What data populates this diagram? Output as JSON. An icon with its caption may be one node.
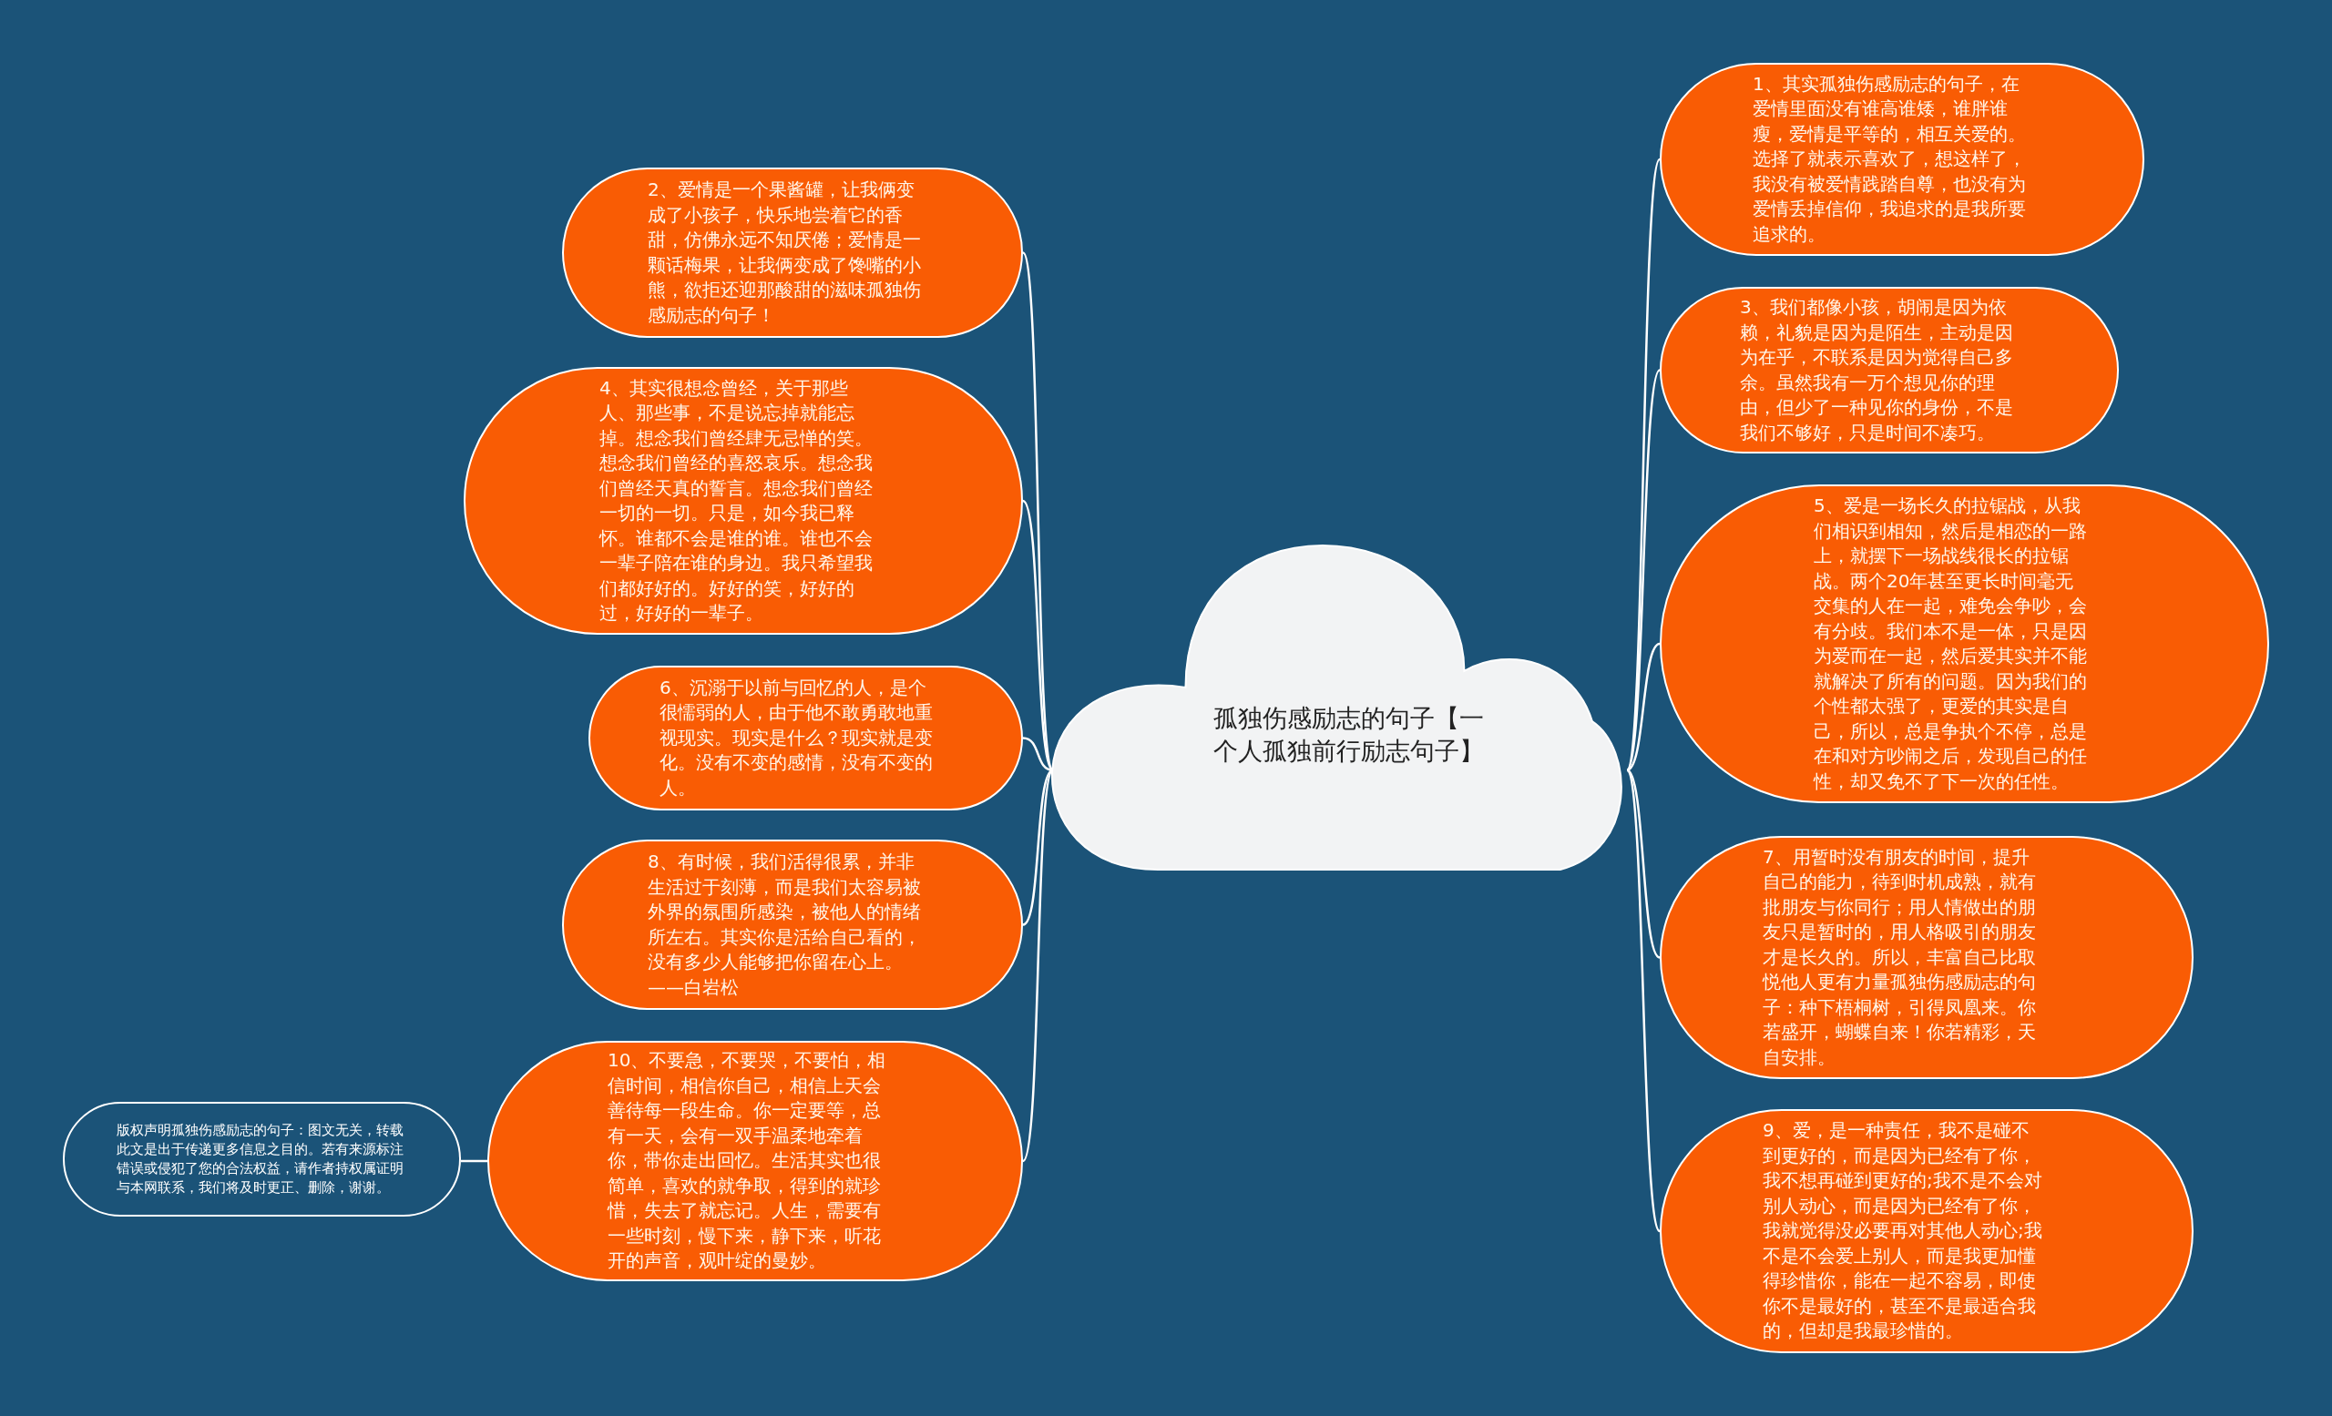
{
  "diagram": {
    "nodes": [
      {
        "text": [
          "孤独伤感励志的句子【一个人孤独前行励志句子】"
        ]
      },
      {
        "text": [
          "1、其实孤独伤感励志的句子，在爱情里面没有谁高谁矮，谁胖谁瘦，爱情是平等的，相互关爱的。选择了就表示喜欢了，想这样了，我没有被爱情践踏自尊，也没有为爱情丢掉信仰，我追求的是我所要追求的。"
        ]
      },
      {
        "text": [
          "2、爱情是一个果酱罐，让我俩变成了小孩子，快乐地尝着它的香甜，仿佛永远不知厌倦；爱情是一颗话梅果，让我俩变成了馋嘴的小熊，欲拒还迎那酸甜的滋味孤独伤感励志的句子！"
        ]
      },
      {
        "text": [
          "3、我们都像小孩，胡闹是因为依赖，礼貌是因为是陌生，主动是因为在乎，不联系是因为觉得自己多余。虽然我有一万个想见你的理由，但少了一种见你的身份，不是我们不够好，只是时间不凑巧。"
        ]
      },
      {
        "text": [
          "4、其实很想念曾经，关于那些人、那些事，不是说忘掉就能忘掉。想念我们曾经肆无忌惮的笑。想念我们曾经的喜怒哀乐。想念我们曾经天真的誓言。想念我们曾经一切的一切。只是，如今我已释怀。谁都不会是谁的谁。谁也不会一辈子陪在谁的身边。我只希望我们都好好的。好好的笑，好好的过，好好的一辈子。"
        ]
      },
      {
        "text": [
          "5、爱是一场长久的拉锯战，从我们相识到相知，然后是相恋的一路上，就摆下一场战线很长的拉锯战。两个20年甚至更长时间毫无交集的人在一起，难免会争吵，会有分歧。我们本不是一体，只是因为爱而在一起，然后爱其实并不能就解决了所有的问题。因为我们的个性都太强了，更爱的其实是自己，所以，总是争执个不停，总是在和对方吵闹之后，发现自己的任性，却又免不了下一次的任性。"
        ]
      },
      {
        "text": [
          "6、沉溺于以前与回忆的人，是个很懦弱的人，由于他不敢勇敢地重视现实。现实是什么？现实就是变化。没有不变的感情，没有不变的人。"
        ]
      },
      {
        "text": [
          "7、用暂时没有朋友的时间，提升自己的能力，待到时机成熟，就有批朋友与你同行；用人情做出的朋友只是暂时的，用人格吸引的朋友才是长久的。所以，丰富自己比取悦他人更有力量孤独伤感励志的句子：种下梧桐树，引得凤凰来。你若盛开，蝴蝶自来！你若精彩，天自安排。"
        ]
      },
      {
        "text": [
          "8、有时候，我们活得很累，并非生活过于刻薄，而是我们太容易被外界的氛围所感染，被他人的情绪所左右。其实你是活给自己看的，没有多少人能够把你留在心上。——白岩松"
        ]
      },
      {
        "text": [
          "9、爱，是一种责任，我不是碰不到更好的，而是因为已经有了你，我不想再碰到更好的;我不是不会对别人动心，而是因为已经有了你，我就觉得没必要再对其他人动心;我不是不会爱上别人，而是我更加懂得珍惜你，能在一起不容易，即使你不是最好的，甚至不是最适合我的，但却是我最珍惜的。"
        ]
      },
      {
        "text": [
          "10、不要急，不要哭，不要怕，相信时间，相信你自己，相信上天会善待每一段生命。你一定要等，总有一天，会有一双手温柔地牵着你，带你走出回忆。生活其实也很简单，喜欢的就争取，得到的就珍惜，失去了就忘记。人生，需要有一些时刻，慢下来，静下来，听花开的声音，观叶绽的曼妙。"
        ]
      },
      {
        "text": [
          "版权声明孤独伤感励志的句子：图文无关，转载此文是出于传递更多信息之目的。若有来源标注错误或侵犯了您的合法权益，请作者持权属证明与本网联系，我们将及时更正、删除，谢谢。"
        ]
      }
    ],
    "edges": [
      {
        "from": 0,
        "to": 1,
        "arrow": "none"
      },
      {
        "from": 0,
        "to": 2,
        "arrow": "none"
      },
      {
        "from": 0,
        "to": 3,
        "arrow": "none"
      },
      {
        "from": 0,
        "to": 4,
        "arrow": "none"
      },
      {
        "from": 0,
        "to": 5,
        "arrow": "none"
      },
      {
        "from": 0,
        "to": 6,
        "arrow": "none"
      },
      {
        "from": 0,
        "to": 7,
        "arrow": "none"
      },
      {
        "from": 0,
        "to": 8,
        "arrow": "none"
      },
      {
        "from": 0,
        "to": 9,
        "arrow": "none"
      },
      {
        "from": 0,
        "to": 10,
        "arrow": "none"
      },
      {
        "from": 10,
        "to": 11,
        "arrow": "none"
      }
    ]
  }
}
